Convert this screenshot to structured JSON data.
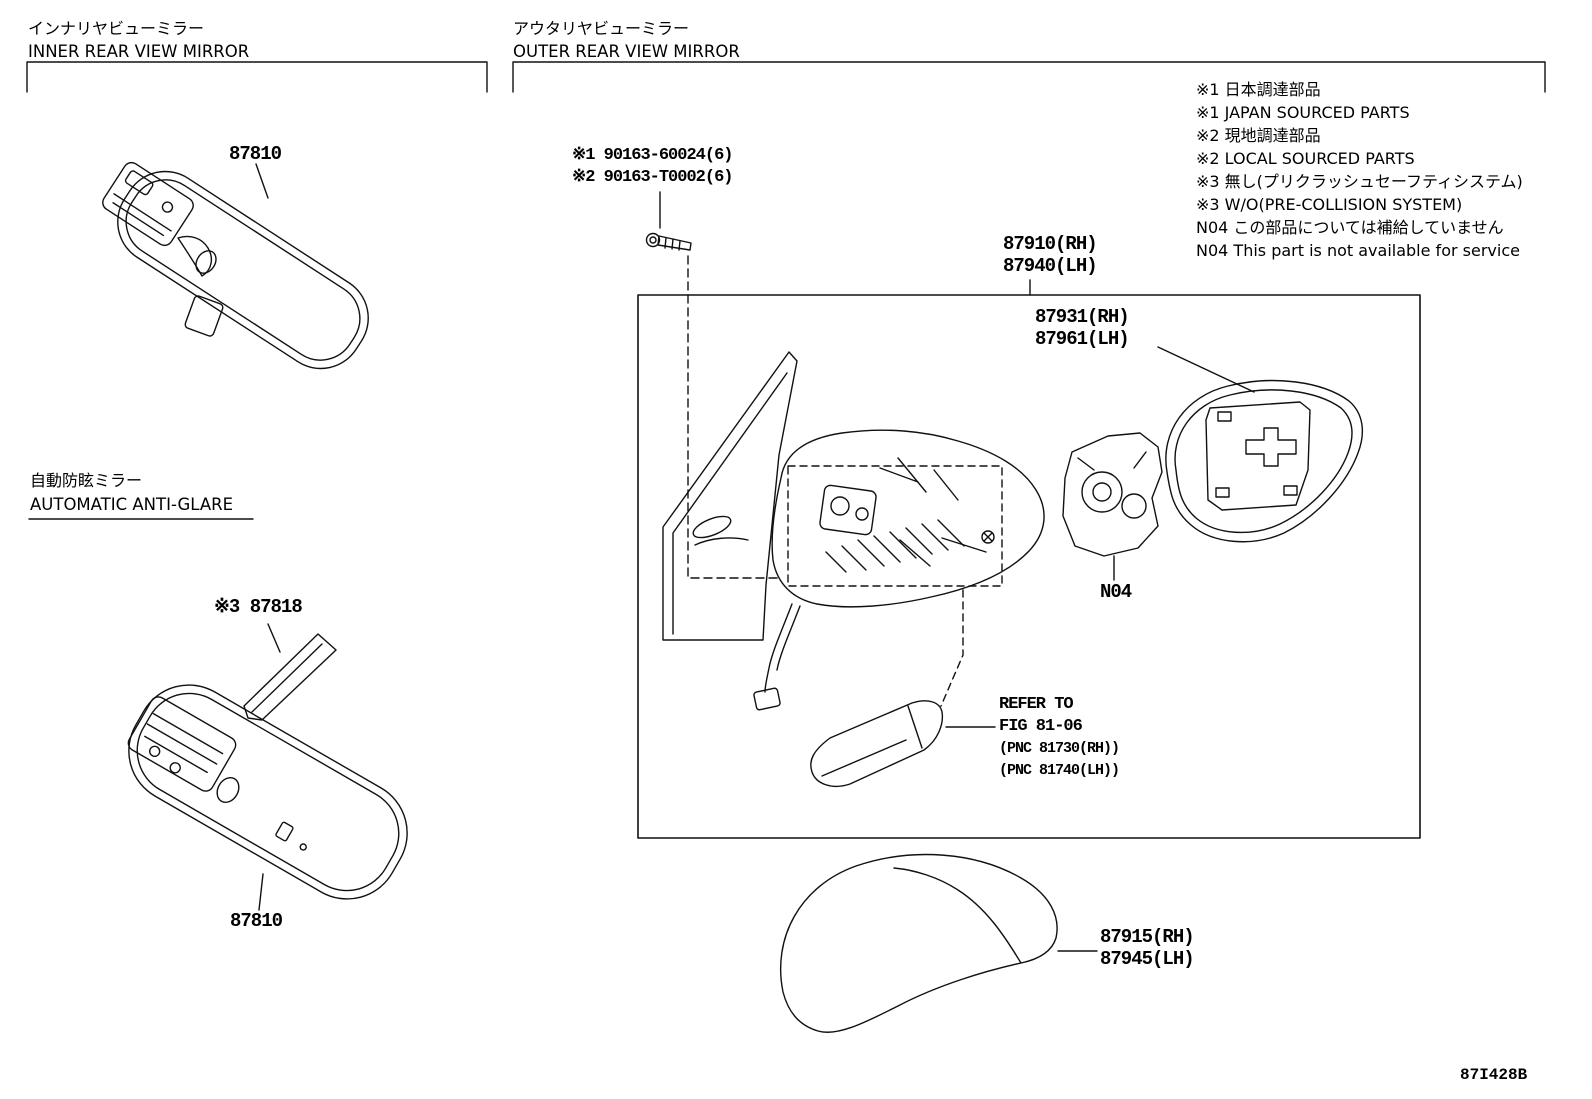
{
  "titles": {
    "inner_jp": "インナリヤビューミラー",
    "inner_en": "INNER REAR VIEW MIRROR",
    "outer_jp": "アウタリヤビューミラー",
    "outer_en": "OUTER REAR VIEW MIRROR",
    "anti_glare_jp": "自動防眩ミラー",
    "anti_glare_en": "AUTOMATIC ANTI-GLARE"
  },
  "notes": [
    "※1 日本調達部品",
    "※1 JAPAN SOURCED PARTS",
    "※2 現地調達部品",
    "※2 LOCAL SOURCED PARTS",
    "※3 無し(プリクラッシュセーフティシステム)",
    "※3 W/O(PRE-COLLISION SYSTEM)",
    "N04 この部品については補給していません",
    "N04 This part is not available for service"
  ],
  "parts": {
    "inner_mirror": "87810",
    "anti_glare_cover": "※3 87818",
    "anti_glare_mirror": "87810",
    "screw_japan": "※1 90163-60024(6)",
    "screw_local": "※2 90163-T0002(6)",
    "outer_mirror_rh": "87910(RH)",
    "outer_mirror_lh": "87940(LH)",
    "mirror_glass_rh": "87931(RH)",
    "mirror_glass_lh": "87961(LH)",
    "actuator_note": "N04",
    "cover_rh": "87915(RH)",
    "cover_lh": "87945(LH)"
  },
  "refer": {
    "line1": "REFER TO",
    "line2": "FIG 81-06",
    "line3": "(PNC 81730(RH))",
    "line4": "(PNC 81740(LH))"
  },
  "footer": {
    "diagram_code": "87I428B"
  }
}
